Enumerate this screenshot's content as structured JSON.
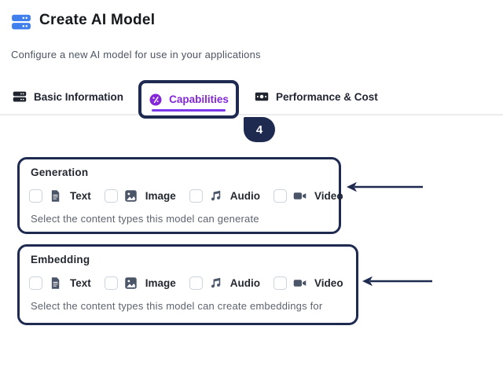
{
  "header": {
    "title": "Create AI Model",
    "subtitle": "Configure a new AI model for use in your applications",
    "icon": "server-stack-icon"
  },
  "tabs": [
    {
      "label": "Basic Information",
      "icon": "server-stack-icon",
      "active": false
    },
    {
      "label": "Capabilities",
      "icon": "sparkle-circle-icon",
      "active": true
    },
    {
      "label": "Performance & Cost",
      "icon": "banknote-icon",
      "active": false
    }
  ],
  "annotation": {
    "step_badge": "4",
    "arrows": [
      "points-left-at-generation-box",
      "points-left-at-embedding-box"
    ]
  },
  "sections": [
    {
      "label": "Generation",
      "helper": "Select the content types this model can generate",
      "options": [
        {
          "label": "Text",
          "icon": "file-text-icon",
          "checked": false
        },
        {
          "label": "Image",
          "icon": "image-icon",
          "checked": false
        },
        {
          "label": "Audio",
          "icon": "music-note-icon",
          "checked": false
        },
        {
          "label": "Video",
          "icon": "video-camera-icon",
          "checked": false
        }
      ]
    },
    {
      "label": "Embedding",
      "helper": "Select the content types this model can create embeddings for",
      "options": [
        {
          "label": "Text",
          "icon": "file-text-icon",
          "checked": false
        },
        {
          "label": "Image",
          "icon": "image-icon",
          "checked": false
        },
        {
          "label": "Audio",
          "icon": "music-note-icon",
          "checked": false
        },
        {
          "label": "Video",
          "icon": "video-camera-icon",
          "checked": false
        }
      ]
    }
  ],
  "colors": {
    "brand_blue": "#4080ee",
    "accent_purple": "#8327d8",
    "underline_purple": "#7c3aed",
    "annotation_navy": "#1f2a50",
    "icon_slate": "#4a5568",
    "helper_gray": "#5d6470"
  }
}
